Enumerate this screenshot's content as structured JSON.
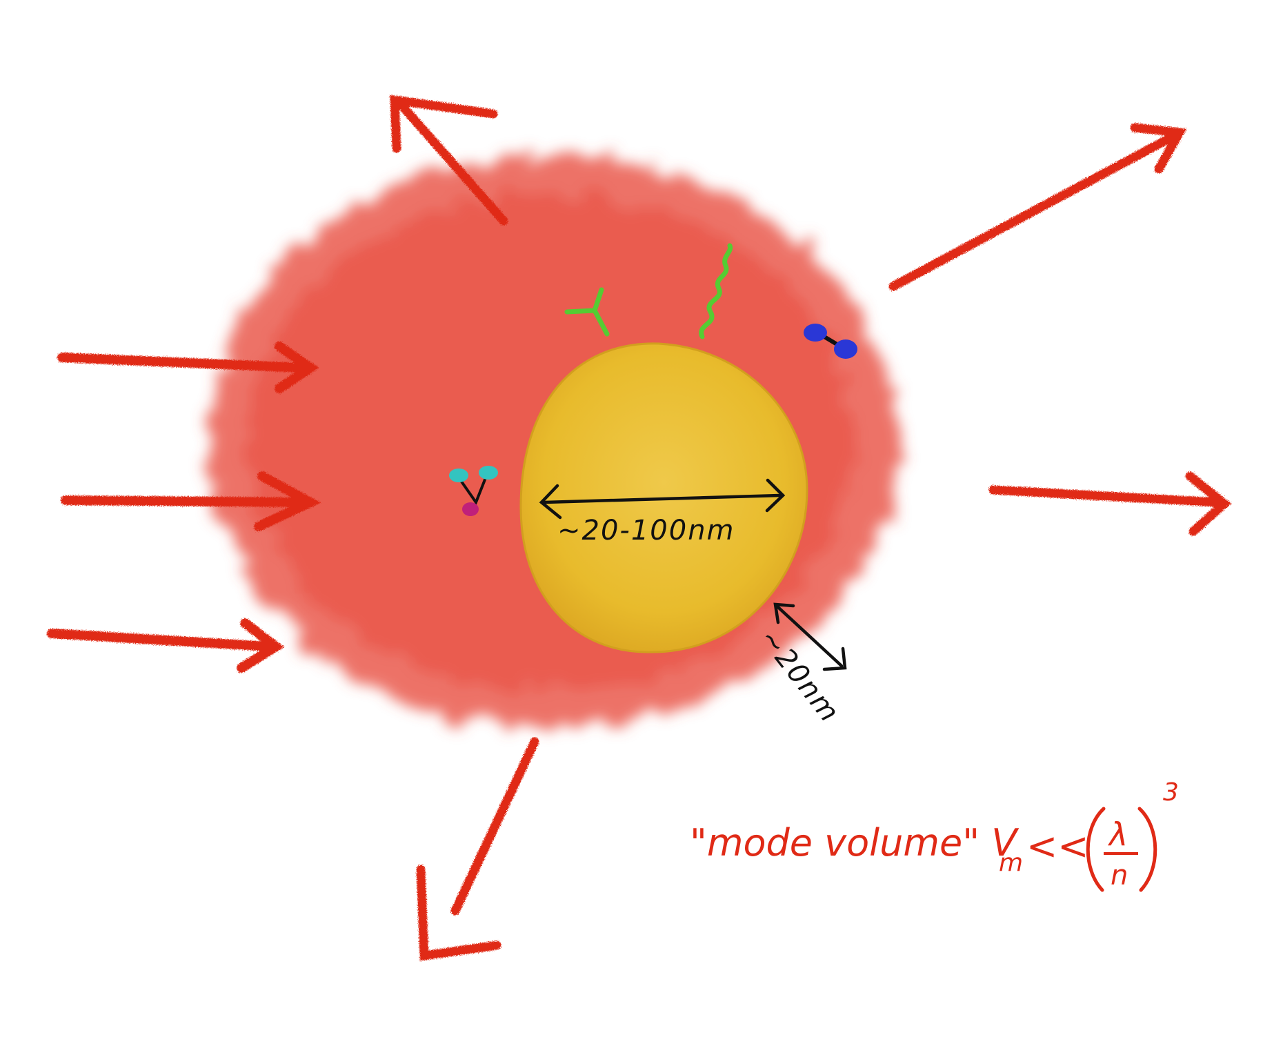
{
  "colors": {
    "light_arrow": "#e02a16",
    "near_field": "#ea5a4c",
    "particle": "#e8bb2c",
    "dimension_ink": "#111111",
    "molecule_green": "#55cc33",
    "molecule_blue": "#2a37d6",
    "molecule_cyan": "#33c4c0",
    "molecule_magenta": "#c0207a"
  },
  "diagram": {
    "particle_diameter_label": "~20-100nm",
    "near_field_thickness_label": "~20nm",
    "formula": {
      "prefix": "\"mode volume\" V",
      "subscript": "m",
      "relation": "<<",
      "numerator": "λ",
      "denominator": "n",
      "exponent": "3"
    }
  }
}
